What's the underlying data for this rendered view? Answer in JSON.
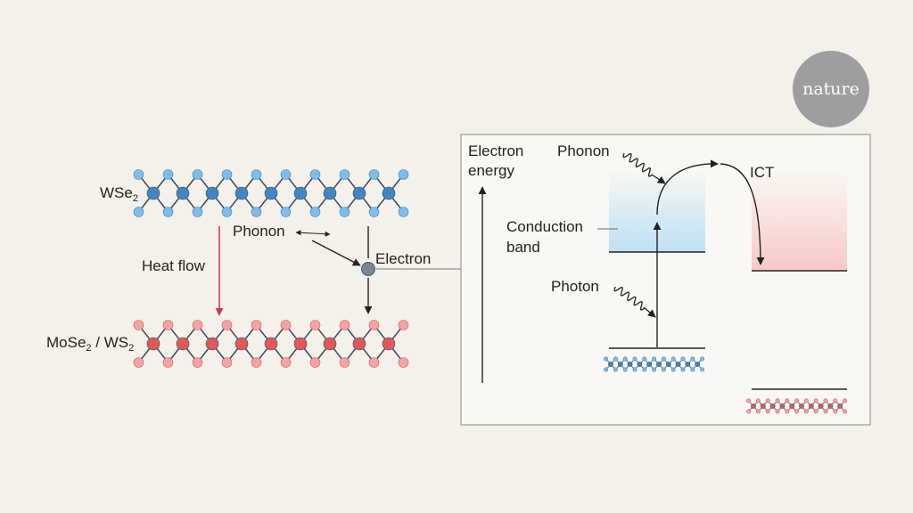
{
  "brand": {
    "logo_text": "nature"
  },
  "left_panel": {
    "top_layer": {
      "formula": "WSe",
      "subscript": "2"
    },
    "bottom_layer": {
      "formula_a": "MoSe",
      "sub_a": "2",
      "separator": " / ",
      "formula_b": "WS",
      "sub_b": "2"
    },
    "heat_flow": "Heat flow",
    "phonon": "Phonon",
    "electron": "Electron"
  },
  "right_panel": {
    "axis_label_line1": "Electron",
    "axis_label_line2": "energy",
    "phonon": "Phonon",
    "conduction_line1": "Conduction",
    "conduction_line2": "band",
    "photon": "Photon",
    "ict": "ICT"
  },
  "colors": {
    "background": "#f4f1ea",
    "blue_atom_dark": "#3f86c3",
    "blue_atom_light": "#7fbde8",
    "red_atom_dark": "#e0585a",
    "red_atom_light": "#f2a4a4",
    "bond": "#3a4a5e",
    "heat_arrow": "#c8414a",
    "electron_dot": "#7a8494",
    "logo_circle": "#9e9e9e",
    "conduction_band": "#bfe0f5",
    "ict_band": "#f8c9c9"
  }
}
